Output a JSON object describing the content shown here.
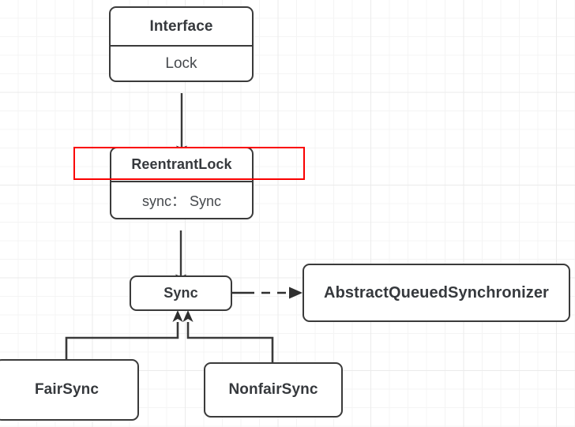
{
  "diagram": {
    "title": "ReentrantLock class hierarchy",
    "type": "uml-class-diagram",
    "background": "#ffffff",
    "grid_color": "#ebebeb",
    "stroke_color": "#3a3a3a",
    "annotation_color": "#fa0000"
  },
  "nodes": {
    "interface": {
      "header": "Interface",
      "body": "Lock"
    },
    "reentrantlock": {
      "header": "ReentrantLock",
      "body": "sync： Sync"
    },
    "sync": {
      "header": "Sync"
    },
    "aqs": {
      "header": "AbstractQueuedSynchronizer"
    },
    "fairsync": {
      "header": "FairSync"
    },
    "nonfairsync": {
      "header": "NonfairSync"
    }
  },
  "edges": [
    {
      "name": "reentrantlock-implements-lock",
      "from": "reentrantlock",
      "to": "interface",
      "style": "solid",
      "arrow": "triangle"
    },
    {
      "name": "sync-inner-class-of-reentrantlock",
      "from": "sync",
      "to": "reentrantlock",
      "style": "solid",
      "arrow": "triangle"
    },
    {
      "name": "sync-extends-aqs",
      "from": "sync",
      "to": "aqs",
      "style": "dashed",
      "arrow": "filled-triangle"
    },
    {
      "name": "fairsync-extends-sync",
      "from": "fairsync",
      "to": "sync",
      "style": "solid",
      "arrow": "triangle"
    },
    {
      "name": "nonfairsync-extends-sync",
      "from": "nonfairsync",
      "to": "sync",
      "style": "solid",
      "arrow": "triangle"
    }
  ],
  "annotation": {
    "name": "red-highlight-rectangle",
    "target": "reentrantlock",
    "color": "#fa0000"
  }
}
